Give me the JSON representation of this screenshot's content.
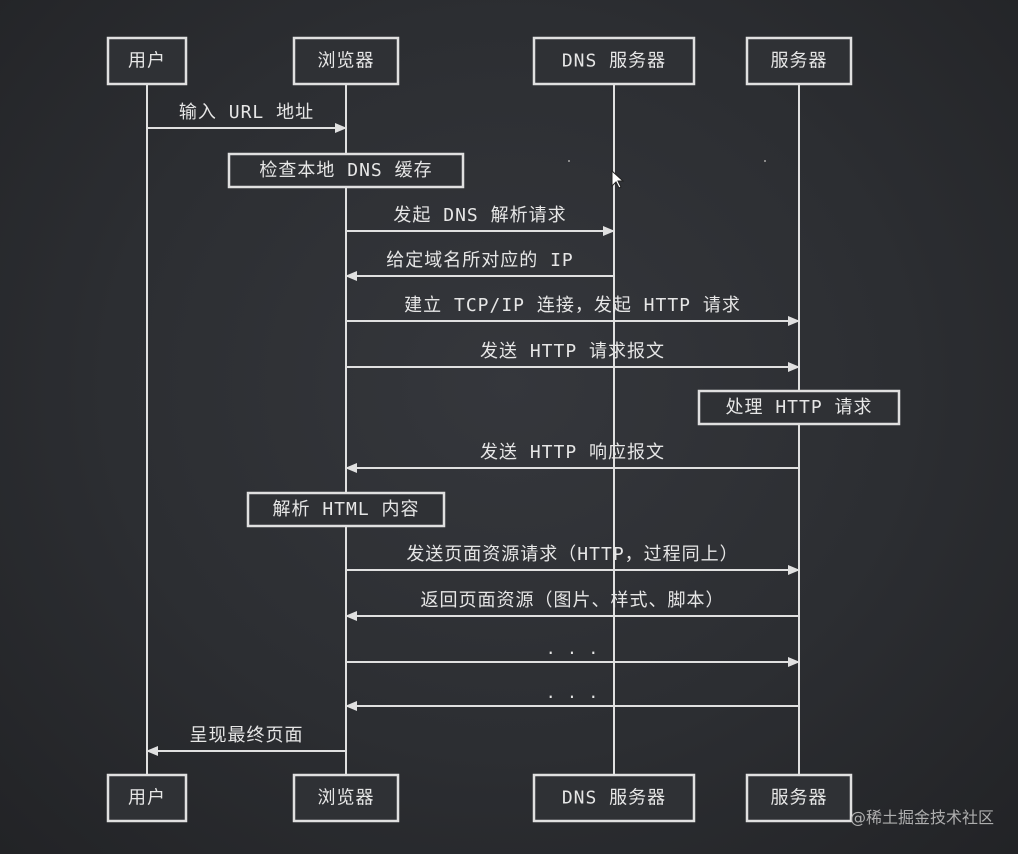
{
  "participants": [
    {
      "id": "user",
      "label": "用户"
    },
    {
      "id": "browser",
      "label": "浏览器"
    },
    {
      "id": "dns",
      "label": "DNS 服务器"
    },
    {
      "id": "server",
      "label": "服务器"
    }
  ],
  "notes": [
    {
      "id": "check-dns-cache",
      "label": "检查本地 DNS 缓存",
      "over": "browser"
    },
    {
      "id": "handle-http",
      "label": "处理 HTTP 请求",
      "over": "server"
    },
    {
      "id": "parse-html",
      "label": "解析 HTML 内容",
      "over": "browser"
    }
  ],
  "messages": [
    {
      "id": "input-url",
      "from": "user",
      "to": "browser",
      "label": "输入 URL 地址"
    },
    {
      "id": "dns-request",
      "from": "browser",
      "to": "dns",
      "label": "发起 DNS 解析请求"
    },
    {
      "id": "dns-response",
      "from": "dns",
      "to": "browser",
      "label": "给定域名所对应的 IP"
    },
    {
      "id": "tcp-connect",
      "from": "browser",
      "to": "server",
      "label": "建立 TCP/IP 连接，发起 HTTP 请求"
    },
    {
      "id": "send-http-request",
      "from": "browser",
      "to": "server",
      "label": "发送 HTTP 请求报文"
    },
    {
      "id": "send-http-response",
      "from": "server",
      "to": "browser",
      "label": "发送 HTTP 响应报文"
    },
    {
      "id": "request-resources",
      "from": "browser",
      "to": "server",
      "label": "发送页面资源请求（HTTP，过程同上）"
    },
    {
      "id": "return-resources",
      "from": "server",
      "to": "browser",
      "label": "返回页面资源（图片、样式、脚本）"
    },
    {
      "id": "more-request",
      "from": "browser",
      "to": "server",
      "label": "..."
    },
    {
      "id": "more-response",
      "from": "server",
      "to": "browser",
      "label": "..."
    },
    {
      "id": "render-page",
      "from": "browser",
      "to": "user",
      "label": "呈现最终页面"
    }
  ],
  "watermark": "@稀土掘金技术社区",
  "colors": {
    "background": "#2f3135",
    "line": "#e0e0e0",
    "text": "#e6e6e6"
  }
}
